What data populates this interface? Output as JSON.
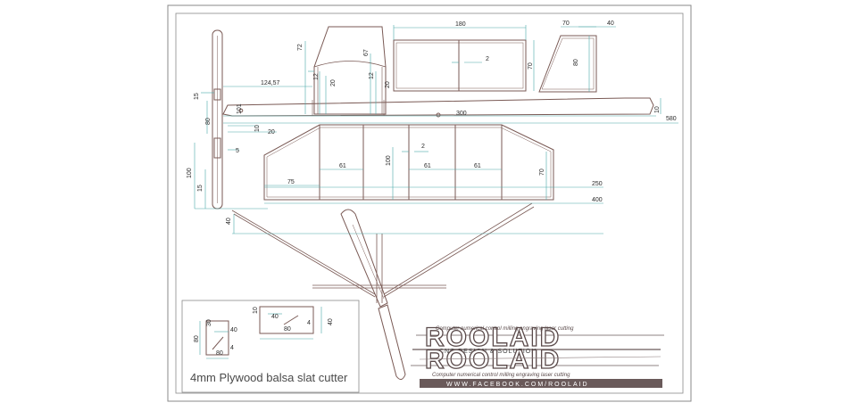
{
  "caption": "4mm Plywood balsa slat cutter",
  "logo": {
    "name_top": "ROOLAID",
    "name_bottom": "ROOLAID",
    "tagline": "CNC DESIGN & SOLUTION",
    "script_line_1": "Computer numerical control milling engraving laser cutting",
    "script_line_2": "Computer numerical control milling engraving laser cutting",
    "url": "WWW.FACEBOOK.COM/ROOLAID"
  },
  "dimensions": {
    "fin_72": "72",
    "fin_12": "12",
    "fin_20": "20",
    "fin_67": "67",
    "fin_12b": "12",
    "fin_20b": "20",
    "stab_180": "180",
    "stab_2": "2",
    "stab_70": "70",
    "trap_70": "70",
    "trap_40": "40",
    "trap_80": "80",
    "prop_15": "15",
    "fus_124": "124,57",
    "fus_101": "101",
    "fus_80": "80",
    "fus_10": "10",
    "fus_20": "20",
    "fus_300": "300",
    "fus_10r": "10",
    "fus_580": "580",
    "prop_5": "5",
    "wing_61a": "61",
    "wing_100": "100",
    "wing_2": "2",
    "wing_61b": "61",
    "wing_61c": "61",
    "wing_70": "70",
    "wing_75": "75",
    "wing_250": "250",
    "wing_400": "400",
    "left_100": "100",
    "left_15": "15",
    "mount_40": "40",
    "det1_30": "30",
    "det1_80": "80",
    "det1_40": "40",
    "det1_4": "4",
    "det1_80b": "80",
    "det2_10": "10",
    "det2_40": "40",
    "det2_4": "4",
    "det2_80": "80",
    "det2_40r": "40"
  },
  "colors": {
    "outline": "#7a5a55",
    "dimension": "#4aa8a8",
    "frame": "#8a8a8a"
  }
}
